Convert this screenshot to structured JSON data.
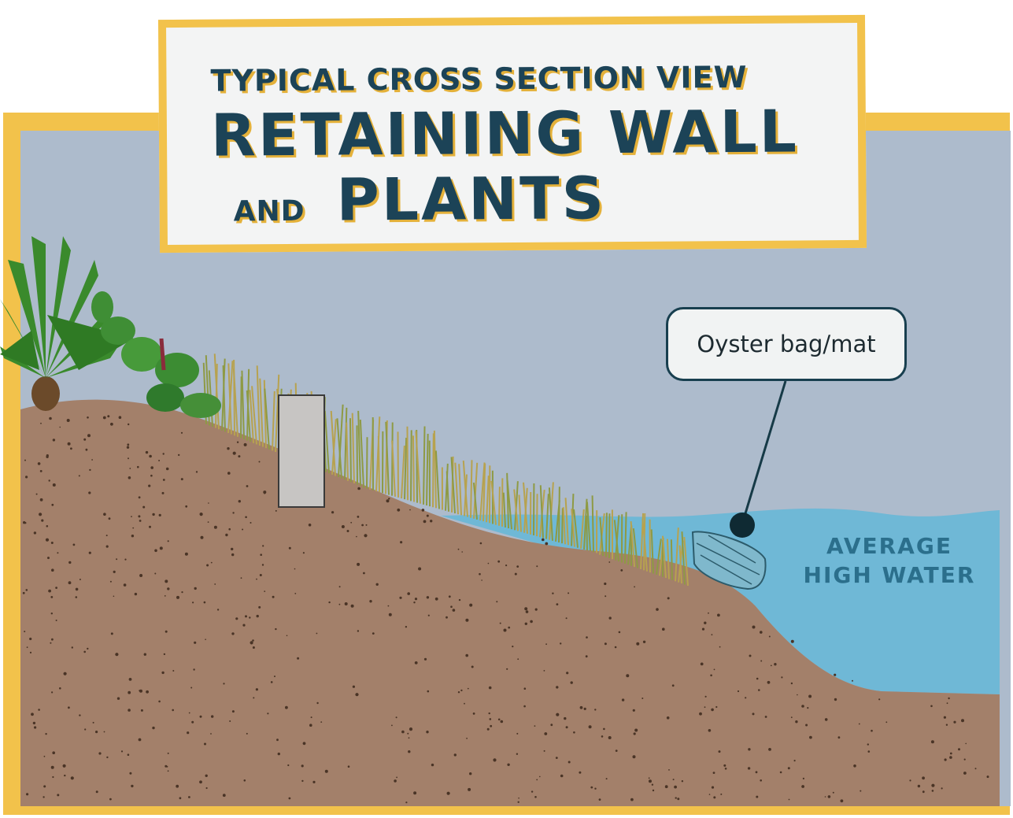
{
  "title": {
    "line1": "TYPICAL CROSS SECTION VIEW",
    "line2": "RETAINING WALL",
    "line3a": "AND",
    "line3b": "PLANTS"
  },
  "labels": {
    "callout": "Oyster bag/mat",
    "water_line1": "AVERAGE",
    "water_line2": "HIGH WATER"
  },
  "colors": {
    "frame": "#f2c24b",
    "sky": "#adbbcc",
    "soil": "#a3806a",
    "water": "#6fb8d6",
    "title_text": "#1c4357",
    "wall": "#c7c5c3"
  }
}
